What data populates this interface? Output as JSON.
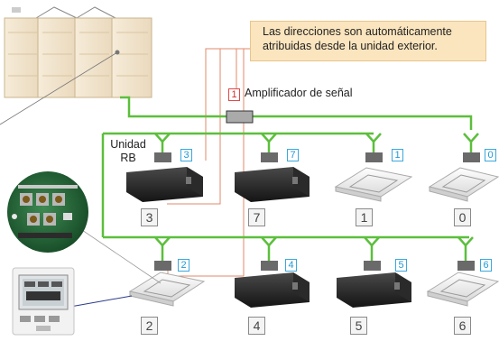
{
  "callout": {
    "lines": [
      "Las direcciones son automáticamente",
      "atribuidas desde la unidad exterior."
    ]
  },
  "amplifier": {
    "address": "1",
    "label": "Amplificador de señal"
  },
  "rb_label": {
    "line1": "Unidad",
    "line2": "RB"
  },
  "units": [
    {
      "type": "duct",
      "row": 1,
      "address": "3",
      "number": "3"
    },
    {
      "type": "duct",
      "row": 1,
      "address": "7",
      "number": "7"
    },
    {
      "type": "cassette",
      "row": 1,
      "address": "1",
      "number": "1"
    },
    {
      "type": "cassette",
      "row": 1,
      "address": "0",
      "number": "0"
    },
    {
      "type": "cassette",
      "row": 2,
      "address": "2",
      "number": "2"
    },
    {
      "type": "duct",
      "row": 2,
      "address": "4",
      "number": "4"
    },
    {
      "type": "duct",
      "row": 2,
      "address": "5",
      "number": "5"
    },
    {
      "type": "cassette",
      "row": 2,
      "address": "6",
      "number": "6"
    }
  ],
  "colors": {
    "pipe": "#5cbf3c",
    "signal": "#e08a6a",
    "address_border": "#3aa8dd",
    "amplifier_border": "#e04848",
    "remote_wire": "#2b3a8a"
  },
  "icons": {
    "outdoor": "outdoor-unit-icon",
    "duct": "duct-unit-icon",
    "cassette": "cassette-unit-icon",
    "pcb": "control-board-icon",
    "remote": "wall-remote-icon",
    "amplifier": "signal-amplifier-icon"
  }
}
